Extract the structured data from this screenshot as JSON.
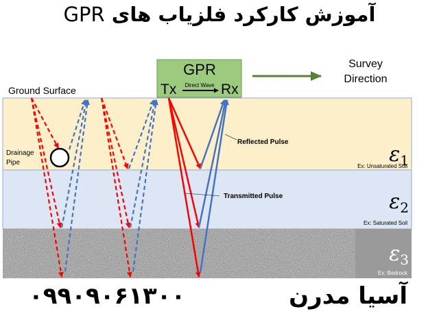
{
  "title": {
    "persian": "آموزش کارکرد فلزیاب های",
    "latin": "GPR"
  },
  "diagram": {
    "gpr_unit": {
      "label": "GPR",
      "tx": "Tx",
      "rx": "Rx",
      "direct_wave": "Direct Wave"
    },
    "survey_direction": {
      "line1": "Survey",
      "line2": "Direction"
    },
    "ground_surface": "Ground Surface",
    "drainage_pipe": {
      "line1": "Drainage",
      "line2": "Pipe"
    },
    "reflected_pulse": "Reflected Pulse",
    "transmitted_pulse": "Transmitted Pulse",
    "layers": [
      {
        "symbol": "ε",
        "index": "1",
        "example": "Ex: Unsaturated Soil"
      },
      {
        "symbol": "ε",
        "index": "2",
        "example": "Ex: Saturated Soil"
      },
      {
        "symbol": "ε",
        "index": "3",
        "example": "Ex: Bedrock"
      }
    ],
    "colors": {
      "layer1": "#fdefc9",
      "layer2": "#dde6f4",
      "layer3": "#9a9a9a",
      "gpr_box": "#9ccb7e",
      "arrow_green": "#548235",
      "ray_red": "#ff0000",
      "ray_blue": "#4472c4"
    }
  },
  "footer": {
    "phone": "۰۹۹۰۹۰۶۱۳۰۰",
    "brand": "آسیا مدرن"
  }
}
